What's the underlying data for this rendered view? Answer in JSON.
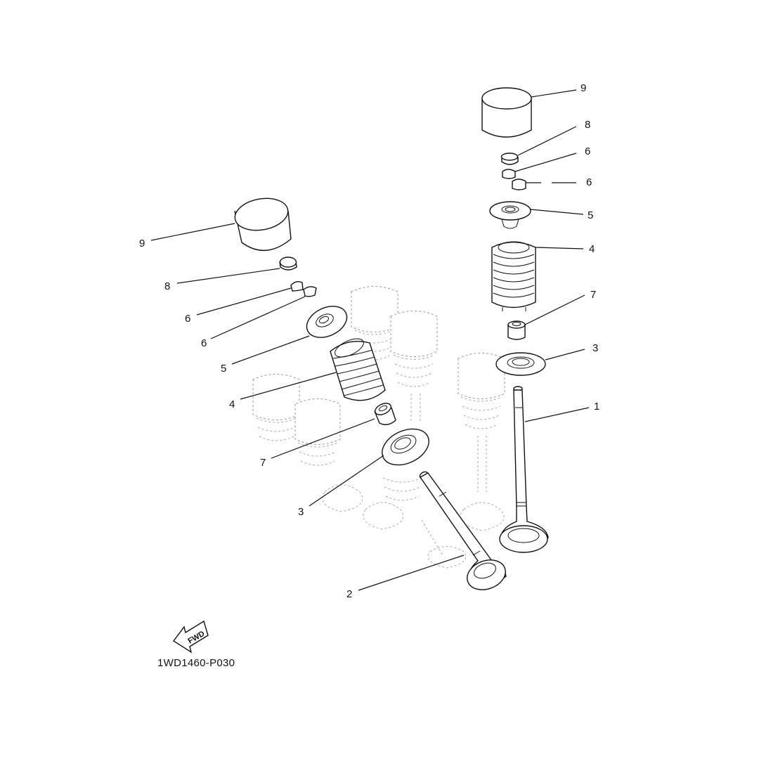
{
  "diagram": {
    "drawing_code": "1WD1460-P030",
    "fwd_label": "FWD",
    "callouts": {
      "right_9": "9",
      "right_8": "8",
      "right_6a": "6",
      "right_6b": "6",
      "right_5": "5",
      "right_4": "4",
      "right_7": "7",
      "right_3": "3",
      "right_1": "1",
      "left_9": "9",
      "left_8": "8",
      "left_6a": "6",
      "left_6b": "6",
      "left_5": "5",
      "left_4": "4",
      "left_7": "7",
      "left_3": "3",
      "left_2": "2"
    }
  }
}
